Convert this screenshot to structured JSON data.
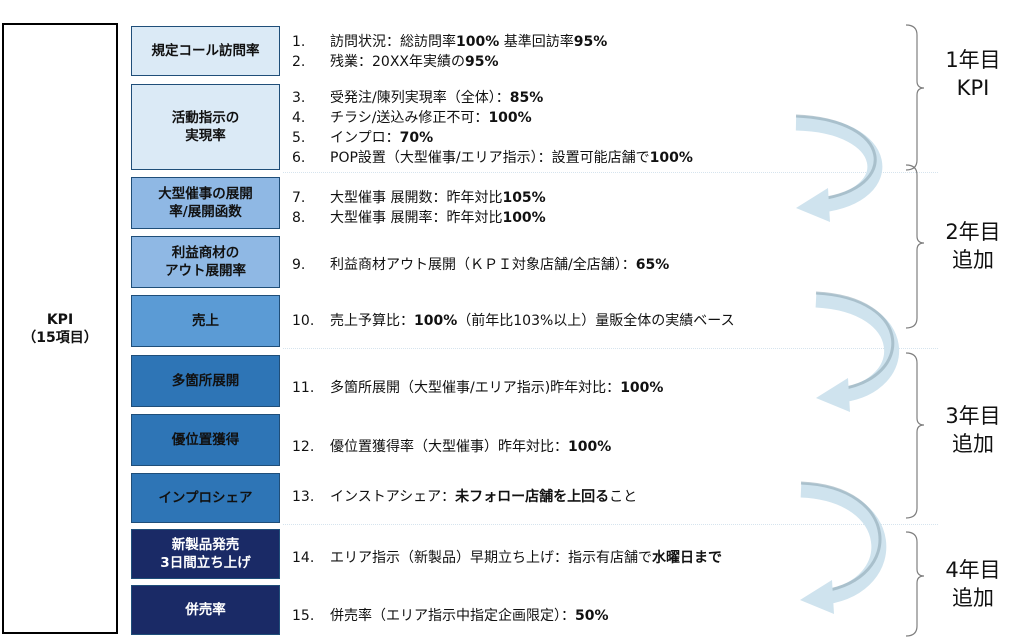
{
  "root": {
    "label": "KPI\n（15項目）"
  },
  "categories": [
    {
      "label": "規定コール訪問率",
      "bg": "#dbeaf6",
      "fg": "#111111"
    },
    {
      "label": "活動指示の\n実現率",
      "bg": "#dbeaf6",
      "fg": "#111111"
    },
    {
      "label": "大型催事の展開\n率/展開函数",
      "bg": "#8fb8e4",
      "fg": "#111111"
    },
    {
      "label": "利益商材の\nアウト展開率",
      "bg": "#8fb8e4",
      "fg": "#111111"
    },
    {
      "label": "売上",
      "bg": "#5b9bd5",
      "fg": "#111111"
    },
    {
      "label": "多箇所展開",
      "bg": "#2e75b6",
      "fg": "#111111"
    },
    {
      "label": "優位置獲得",
      "bg": "#2e75b6",
      "fg": "#111111"
    },
    {
      "label": "インプロシェア",
      "bg": "#2e75b6",
      "fg": "#111111"
    },
    {
      "label": "新製品発売\n3日間立ち上げ",
      "bg": "#1a2a66",
      "fg": "#ffffff"
    },
    {
      "label": "併売率",
      "bg": "#1a2a66",
      "fg": "#ffffff"
    }
  ],
  "items": [
    {
      "num": "1.",
      "parts": [
        {
          "t": "訪問状況：総訪問率"
        },
        {
          "t": "100%",
          "b": true
        },
        {
          "t": " 基準回訪率"
        },
        {
          "t": "95%",
          "b": true
        }
      ]
    },
    {
      "num": "2.",
      "parts": [
        {
          "t": "残業：20XX年実績の"
        },
        {
          "t": "95%",
          "b": true
        }
      ]
    },
    {
      "num": "3.",
      "parts": [
        {
          "t": "受発注/陳列実現率（全体）："
        },
        {
          "t": "85%",
          "b": true
        }
      ]
    },
    {
      "num": "4.",
      "parts": [
        {
          "t": "チラシ/送込み修正不可："
        },
        {
          "t": "100%",
          "b": true
        }
      ]
    },
    {
      "num": "5.",
      "parts": [
        {
          "t": "インプロ："
        },
        {
          "t": "70%",
          "b": true
        }
      ]
    },
    {
      "num": "6.",
      "parts": [
        {
          "t": "POP設置（大型催事/エリア指示）：設置可能店舗で"
        },
        {
          "t": "100%",
          "b": true
        }
      ]
    },
    {
      "num": "7.",
      "parts": [
        {
          "t": "大型催事 展開数：昨年対比"
        },
        {
          "t": "105%",
          "b": true
        }
      ]
    },
    {
      "num": "8.",
      "parts": [
        {
          "t": "大型催事 展開率：昨年対比"
        },
        {
          "t": "100%",
          "b": true
        }
      ]
    },
    {
      "num": "9.",
      "parts": [
        {
          "t": "利益商材アウト展開（ＫＰＩ対象店舗/全店舗）："
        },
        {
          "t": "65%",
          "b": true
        }
      ]
    },
    {
      "num": "10.",
      "parts": [
        {
          "t": "売上予算比："
        },
        {
          "t": "100%",
          "b": true
        },
        {
          "t": "（前年比103%以上）量販全体の実績ベース"
        }
      ]
    },
    {
      "num": "11.",
      "parts": [
        {
          "t": "多箇所展開（大型催事/エリア指示)昨年対比："
        },
        {
          "t": "100%",
          "b": true
        }
      ]
    },
    {
      "num": "12.",
      "parts": [
        {
          "t": "優位置獲得率（大型催事）昨年対比："
        },
        {
          "t": "100%",
          "b": true
        }
      ]
    },
    {
      "num": "13.",
      "parts": [
        {
          "t": "インストアシェア："
        },
        {
          "t": "未フォロー店舗を上回る",
          "b": true
        },
        {
          "t": "こと"
        }
      ]
    },
    {
      "num": "14.",
      "parts": [
        {
          "t": "エリア指示（新製品）早期立ち上げ：指示有店舗で"
        },
        {
          "t": "水曜日まで",
          "b": true
        }
      ]
    },
    {
      "num": "15.",
      "parts": [
        {
          "t": "併売率（エリア指示中指定企画限定）："
        },
        {
          "t": "50%",
          "b": true
        }
      ]
    }
  ],
  "years": [
    {
      "label": "1年目\nKPI"
    },
    {
      "label": "2年目\n追加"
    },
    {
      "label": "3年目\n追加"
    },
    {
      "label": "4年目\n追加"
    }
  ],
  "colors": {
    "arrow": "#cfe3ee",
    "arrow_dark": "#8fa9b5",
    "bracket": "#7f7f7f"
  }
}
